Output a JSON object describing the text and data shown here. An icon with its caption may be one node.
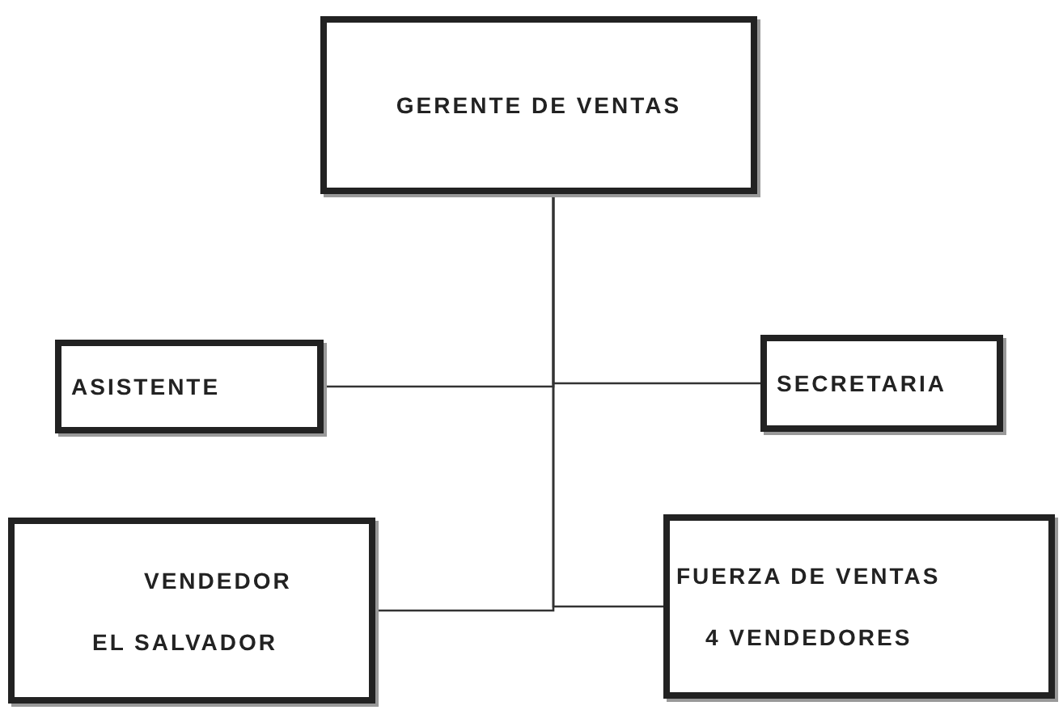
{
  "diagram": {
    "nodes": [
      {
        "text": [
          "GERENTE DE VENTAS"
        ]
      },
      {
        "text": [
          "ASISTENTE"
        ]
      },
      {
        "text": [
          "SECRETARIA"
        ]
      },
      {
        "text": [
          "VENDEDOR",
          "EL SALVADOR"
        ]
      },
      {
        "text": [
          "FUERZA DE VENTAS",
          "4 VENDEDORES"
        ]
      }
    ],
    "edges": [
      {
        "from": 0,
        "to": 1,
        "arrow": "none"
      },
      {
        "from": 0,
        "to": 2,
        "arrow": "none"
      },
      {
        "from": 0,
        "to": 3,
        "arrow": "none"
      },
      {
        "from": 0,
        "to": 4,
        "arrow": "none"
      }
    ]
  }
}
